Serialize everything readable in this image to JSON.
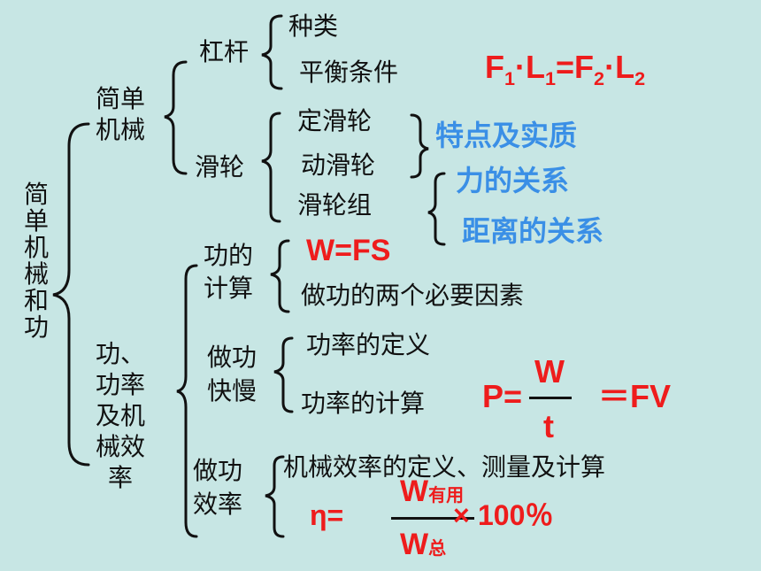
{
  "root": {
    "label": "简单机械和功"
  },
  "simple_machines": {
    "label_line1": "简单",
    "label_line2": "机械",
    "lever": {
      "label": "杠杆",
      "items": [
        "种类",
        "平衡条件"
      ],
      "formula": {
        "F1": "F",
        "s1": "1",
        "dot1": "·",
        "L1": "L",
        "s2": "1",
        "eq": "=F",
        "s3": "2",
        "dot2": "·",
        "L2": "L",
        "s4": "2"
      }
    },
    "pulley": {
      "label": "滑轮",
      "items": [
        "定滑轮",
        "动滑轮",
        "滑轮组"
      ],
      "notes": [
        "特点及实质",
        "力的关系",
        "距离的关系"
      ]
    }
  },
  "work_power": {
    "label_lines": [
      "功、",
      "功率",
      "及机",
      "械效",
      "率"
    ],
    "work_calc": {
      "label_line1": "功的",
      "label_line2": "计算",
      "formula": "W=FS",
      "item": "做功的两个必要因素"
    },
    "speed": {
      "label_line1": "做功",
      "label_line2": "快慢",
      "items": [
        "功率的定义",
        "功率的计算"
      ],
      "formula": {
        "lhs": "P=",
        "num": "W",
        "den": "t",
        "rhs": "＝FV"
      }
    },
    "efficiency": {
      "label_line1": "做功",
      "label_line2": "效率",
      "item": "机械效率的定义、测量及计算",
      "formula": {
        "eta": "η=",
        "num": "W",
        "num_sub": "有用",
        "den": "W",
        "den_sub": "总",
        "times": "×",
        "pct": "100％"
      }
    }
  }
}
